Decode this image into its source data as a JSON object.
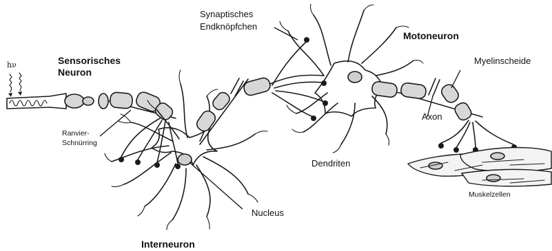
{
  "labels": {
    "photon": "hν",
    "sensory_neuron_line1": "Sensorisches",
    "sensory_neuron_line2": "Neuron",
    "ranvier_line1": "Ranvier-",
    "ranvier_line2": "Schnürring",
    "synaptic_line1": "Synaptisches",
    "synaptic_line2": "Endknöpfchen",
    "motoneuron": "Motoneuron",
    "myelin_sheath": "Myelinscheide",
    "axon": "Axon",
    "dendrites": "Dendriten",
    "muscle_cells": "Muskelzellen",
    "nucleus": "Nucleus",
    "interneuron": "Interneuron"
  },
  "colors": {
    "ink": "#1a1a1a",
    "myelin_fill": "#d7d7d7",
    "background": "#ffffff"
  }
}
